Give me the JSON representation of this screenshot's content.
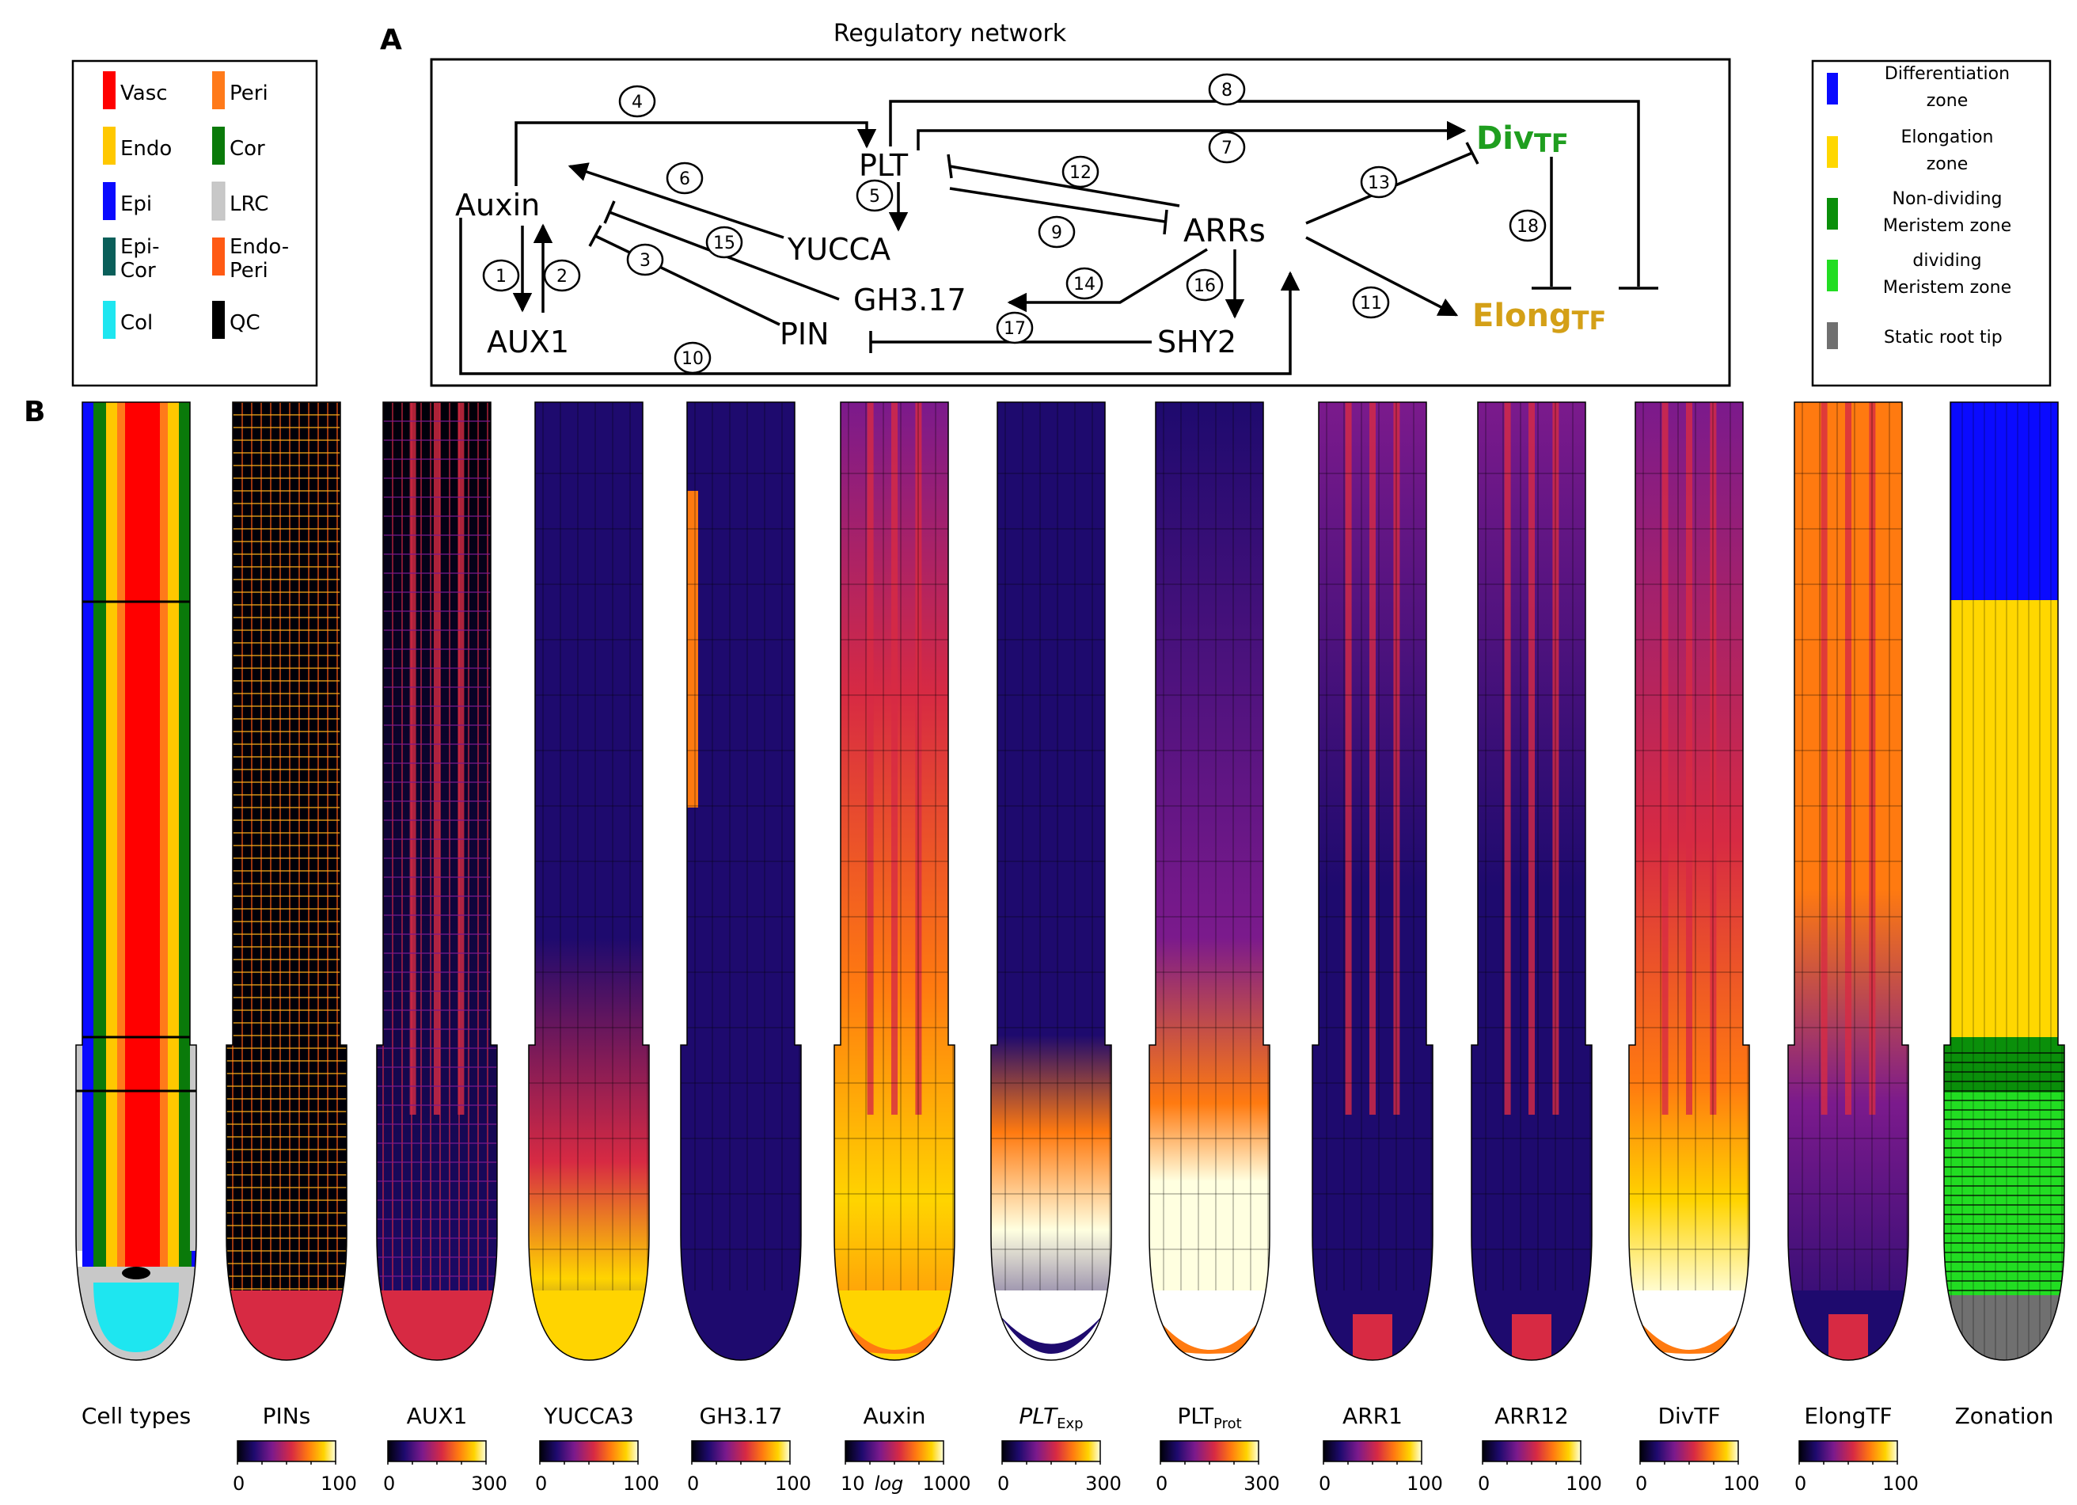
{
  "panels": {
    "a": "A",
    "b": "B"
  },
  "network": {
    "title": "Regulatory network",
    "nodes": {
      "auxin": "Auxin",
      "aux1": "AUX1",
      "plt": "PLT",
      "yucca": "YUCCA",
      "gh3": "GH3.17",
      "pin": "PIN",
      "arrs": "ARRs",
      "shy2": "SHY2",
      "divtf_main": "Div",
      "divtf_sub": "TF",
      "elongtf_main": "Elong",
      "elongtf_sub": "TF"
    },
    "node_colors": {
      "divtf": "#1f9e1f",
      "elongtf": "#d4a017"
    },
    "edge_numbers": [
      "1",
      "2",
      "3",
      "4",
      "5",
      "6",
      "7",
      "8",
      "9",
      "10",
      "11",
      "12",
      "13",
      "14",
      "15",
      "16",
      "17",
      "18"
    ]
  },
  "legend_cells": {
    "items": [
      {
        "label": "Vasc",
        "color": "#ff0000",
        "icon": "red-swatch"
      },
      {
        "label": "Peri",
        "color": "#ff7a1a",
        "icon": "orange-swatch"
      },
      {
        "label": "Endo",
        "color": "#ffc800",
        "icon": "yellow-swatch"
      },
      {
        "label": "Cor",
        "color": "#0a7a0a",
        "icon": "green-swatch"
      },
      {
        "label": "Epi",
        "color": "#0a0aff",
        "icon": "blue-swatch"
      },
      {
        "label": "LRC",
        "color": "#c8c8c8",
        "icon": "grey-swatch"
      },
      {
        "label": "Epi-\nCor",
        "color": "#0a5f5a",
        "icon": "teal-swatch"
      },
      {
        "label": "Endo-\nPeri",
        "color": "#ff5a14",
        "icon": "orange-red-swatch"
      },
      {
        "label": "Col",
        "color": "#1ee6f0",
        "icon": "cyan-swatch"
      },
      {
        "label": "QC",
        "color": "#000000",
        "icon": "black-swatch"
      }
    ]
  },
  "legend_zones": {
    "items": [
      {
        "label": "Differentiation\nzone",
        "color": "#0a0aff"
      },
      {
        "label": "Elongation\nzone",
        "color": "#ffd700"
      },
      {
        "label": "Non-dividing\nMeristem zone",
        "color": "#0a8f0a"
      },
      {
        "label": "dividing\nMeristem zone",
        "color": "#22dd22"
      },
      {
        "label": "Static root tip",
        "color": "#707070"
      }
    ]
  },
  "roots": [
    {
      "label": "Cell types",
      "scale": null
    },
    {
      "label": "PINs",
      "scale": [
        "0",
        "100"
      ]
    },
    {
      "label": "AUX1",
      "scale": [
        "0",
        "300"
      ]
    },
    {
      "label": "YUCCA3",
      "scale": [
        "0",
        "100"
      ]
    },
    {
      "label": "GH3.17",
      "scale": [
        "0",
        "100"
      ]
    },
    {
      "label": "Auxin",
      "scale": [
        "10",
        "1000"
      ],
      "scale_mid": "log"
    },
    {
      "label": "PLT",
      "label_sub": "Exp",
      "italic": true,
      "scale": [
        "0",
        "300"
      ]
    },
    {
      "label": "PLT",
      "label_sub": "Prot",
      "scale": [
        "0",
        "300"
      ]
    },
    {
      "label": "ARR1",
      "scale": [
        "0",
        "100"
      ]
    },
    {
      "label": "ARR12",
      "scale": [
        "0",
        "100"
      ]
    },
    {
      "label": "DivTF",
      "scale": [
        "0",
        "100"
      ]
    },
    {
      "label": "ElongTF",
      "scale": [
        "0",
        "100"
      ]
    },
    {
      "label": "Zonation",
      "scale": null
    }
  ],
  "colormap": [
    "#000008",
    "#1e0a6e",
    "#7b1a8c",
    "#d72a43",
    "#ff7a10",
    "#ffd400",
    "#ffffe0"
  ]
}
